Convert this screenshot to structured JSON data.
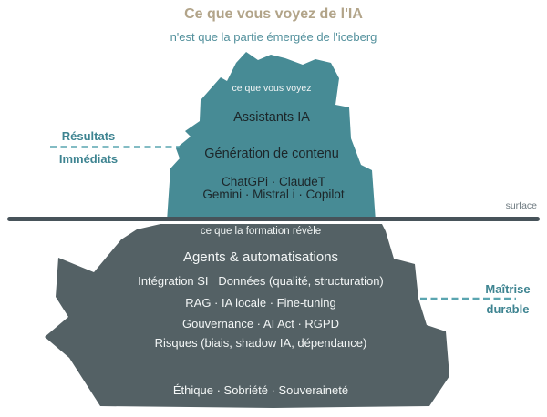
{
  "title": "Ce que vous voyez de l'IA",
  "subtitle": "n'est que la partie émergée de l'iceberg",
  "waterline_label": "surface",
  "left_callout": {
    "line1": "Résultats",
    "line2": "Immédiats"
  },
  "right_callout": {
    "line1": "Maîtrise",
    "line2": "durable"
  },
  "above_water": {
    "caption": "ce que vous voyez",
    "item_assistants": "Assistants IA",
    "item_generation": "Génération de contenu",
    "tools_line1": "ChatGPi · ClaudeT",
    "tools_line2": "Gemini · Mistral i · Copilot"
  },
  "below_water": {
    "caption": "ce que la formation révèle",
    "item_agents": "Agents & automatisations",
    "item_integration_data": "Intégration SI   Données (qualité, structuration)",
    "item_rag": "RAG · IA locale · Fine-tuning",
    "item_governance": "Gouvernance · AI Act · RGPD",
    "item_risks": "Risques (biais, shadow IA, dépendance)",
    "item_ethics": "Éthique · Sobriété · Souveraineté"
  },
  "colors": {
    "background": "#ffffff",
    "title_tan": "#b2a489",
    "subtitle_teal": "#52909c",
    "iceberg_top": "#478b95",
    "iceberg_bottom": "#546165",
    "waterline": "#47535a",
    "callout_teal": "#3e8491",
    "dash_teal": "#5aa5b0",
    "dark_text": "#1c2629",
    "light_text": "#f3f6f6",
    "surface_gray": "#6e7a80"
  }
}
